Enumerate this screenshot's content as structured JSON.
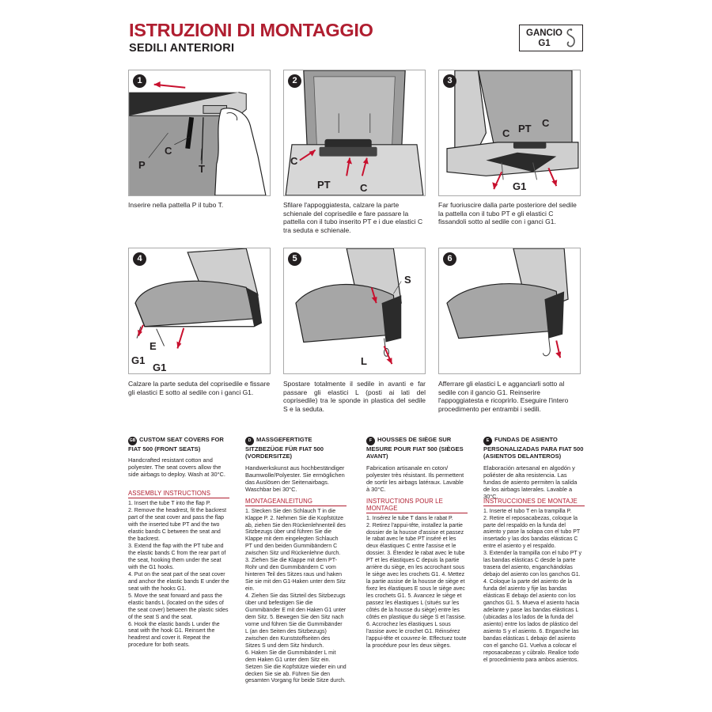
{
  "header": {
    "title": "ISTRUZIONI DI MONTAGGIO",
    "subtitle": "SEDILI ANTERIORI",
    "badge_line1": "GANCIO",
    "badge_line2": "G1"
  },
  "colors": {
    "accent_red": "#b01e30",
    "text": "#231f20"
  },
  "steps": [
    {
      "number": "1",
      "labels": [
        "P",
        "C",
        "T"
      ],
      "caption": "Inserire nella pattella P il tubo T."
    },
    {
      "number": "2",
      "labels": [
        "C",
        "PT",
        "C"
      ],
      "caption": "Sfilare l'appoggiatesta, calzare la parte schienale del coprisedile e fare passare la pattella con il tubo inserito PT e i due elastici C tra seduta e schienale."
    },
    {
      "number": "3",
      "labels": [
        "C",
        "PT",
        "C",
        "G1"
      ],
      "caption": "Far fuoriuscire dalla parte posteriore del sedile la pattella con il tubo PT e gli elastici C fissandoli sotto al sedile con i ganci G1."
    },
    {
      "number": "4",
      "labels": [
        "E",
        "G1",
        "G1"
      ],
      "caption": "Calzare la parte seduta del coprisedile e fissare gli elastici E sotto al sedile con i ganci G1."
    },
    {
      "number": "5",
      "labels": [
        "S",
        "L"
      ],
      "caption": "Spostare totalmente il sedile in avanti e far passare gli elastici L (posti ai lati del coprisedile) tra le sponde in plastica del sedile S e la seduta."
    },
    {
      "number": "6",
      "labels": [],
      "caption": "Afferrare gli elastici L e agganciarli sotto al sedile con il gancio G1. Reinserire l'appoggiatesta e ricoprirlo. Eseguire l'intero procedimento per entrambi i sedili."
    }
  ],
  "languages": [
    {
      "badge": "GB",
      "heading": "CUSTOM SEAT COVERS FOR FIAT 500 (FRONT SEATS)",
      "description": "Handcrafted resistant cotton and polyester. The seat covers allow the side airbags to deploy. Wash at 30°C.",
      "instructions_title": "ASSEMBLY INSTRUCTIONS",
      "instructions": "1. Insert the tube T into the flap P.\n2. Remove the headrest, fit the backrest part of the seat cover and pass the flap with the inserted tube PT and the two elastic bands C between the seat and the backrest.\n3. Extend the flap with the PT tube and the elastic bands C from the rear part of the seat, hooking them under the seat with the G1 hooks.\n4. Put on the seat part of the seat cover and anchor the elastic bands E under the seat with the hooks G1.\n5. Move the seat forward and pass the elastic bands L (located on the sides of the seat cover) between the plastic sides of the seat S and the seat.\n6. Hook the elastic bands L under the seat with the hook G1. Reinsert the headrest and cover it. Repeat the procedure for both seats."
    },
    {
      "badge": "D",
      "heading": "MASSGEFERTIGTE SITZBEZÜGE FÜR FIAT 500 (VORDERSITZE)",
      "description": "Handwerkskunst aus hochbeständiger Baumwolle/Polyester. Sie ermöglichen das Auslösen der Seitenairbags. Waschbar bei 30°C.",
      "instructions_title": "MONTAGEANLEITUNG",
      "instructions": "1. Stecken Sie den Schlauch T in die Klappe P. 2. Nehmen Sie die Kopfstütze ab, ziehen Sie den Rückenlehnenteil des Sitzbezugs über und führen Sie die Klappe mit dem eingelegten Schlauch PT und den beiden Gummibändern C zwischen Sitz und Rückenlehne durch.\n3. Ziehen Sie die Klappe mit dem PT-Rohr und den Gummibändern C vom hinteren Teil des Sitzes raus und haken Sie sie mit den G1-Haken unter dem Sitz ein.\n4. Ziehen Sie das Sitzteil des Sitzbezugs über und befestigen Sie die Gummibänder E mit den Haken G1 unter dem Sitz. 5. Bewegen Sie den Sitz nach vorne und führen Sie die Gummibänder L (an den Seiten des Sitzbezugs) zwischen den Kunststoffseiten des Sitzes S und dem Sitz hindurch.\n6. Haken Sie die Gummibänder L mit dem Haken G1 unter dem Sitz ein. Setzen Sie die Kopfstütze wieder ein und decken Sie sie ab. Führen Sie den gesamten Vorgang für beide Sitze durch."
    },
    {
      "badge": "F",
      "heading": "HOUSSES DE SIÈGE SUR MESURE POUR FIAT 500 (SIÈGES AVANT)",
      "description": "Fabrication artisanale en coton/ polyester très résistant. Ils permettent de sortir les airbags latéraux. Lavable à 30°C.",
      "instructions_title": "INSTRUCTIONS POUR LE MONTAGE",
      "instructions": "1. Insérez le tube T dans le rabat P.\n2. Retirez l'appui-tête, installez la partie dossier de la housse d'assise et passez le rabat avec le tube PT inséré et les deux élastiques C entre l'assise et le dossier. 3. Étendez le rabat avec le tube PT et les élastiques C depuis la partie arrière du siège, en les accrochant sous le siège avec les crochets G1. 4. Mettez la partie assise de la housse de siège et fixez les élastiques E sous le siège avec les crochets G1. 5. Avancez le siège et passez les élastiques L (situés sur les côtés de la housse du siège) entre les côtés en plastique du siège S et l'assise. 6. Accrochez les élastiques L sous l'assise avec le crochet G1. Réinsérez l'appui-tête et couvrez-le. Effectuez toute la procédure pour les deux sièges."
    },
    {
      "badge": "E",
      "heading": "FUNDAS DE ASIENTO PERSONALIZADAS PARA FIAT 500 (ASIENTOS DELANTEROS)",
      "description": "Elaboración artesanal en algodón y poliéster de alta resistencia. Las fundas de asiento permiten la salida de los airbags laterales. Lavable a 30°C.",
      "instructions_title": "INSTRUCCIONES DE MONTAJE",
      "instructions": "1. Inserte el tubo T en la trampilla P.\n2. Retire el reposacabezas, coloque la parte del respaldo en la funda del asiento y pase la solapa con el tubo PT insertado y las dos bandas elásticas C entre el asiento y el respaldo.\n3. Extender la trampilla con el tubo PT y las bandas elásticas C desde la parte trasera del asiento, enganchándolas debajo del asiento con los ganchos G1.\n4. Coloque la parte del asiento de la funda del asiento y fije las bandas elásticas E debajo del asiento con los ganchos G1. 5. Mueva el asiento hacia adelante y pase las bandas elásticas L (ubicadas a los lados de la funda del asiento) entre los lados de plástico del asiento S y el asiento. 6. Enganche las bandas elásticas L debajo del asiento con el gancho G1. Vuelva a colocar el reposacabezas y cúbralo. Realice todo el procedimiento para ambos asientos."
    }
  ]
}
